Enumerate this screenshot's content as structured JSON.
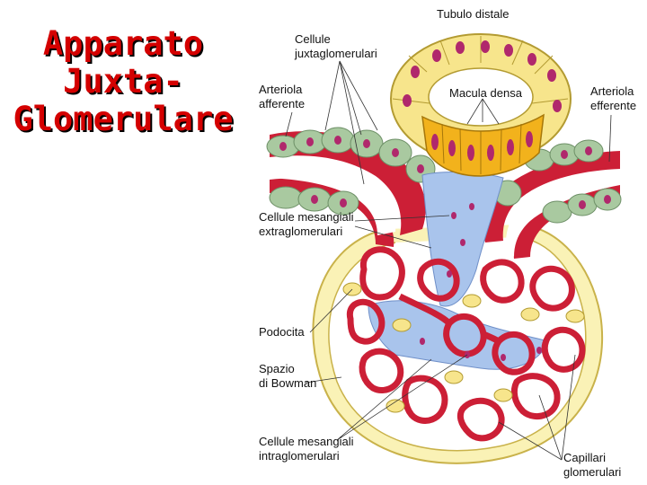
{
  "title": {
    "line1": "Apparato",
    "line2": "Juxta-",
    "line3": "Glomerulare"
  },
  "labels": {
    "tubulo_distale": "Tubulo distale",
    "cellule_jg_1": "Cellule",
    "cellule_jg_2": "juxtaglomerulari",
    "arteriola_afferente_1": "Arteriola",
    "arteriola_afferente_2": "afferente",
    "macula_densa": "Macula densa",
    "arteriola_efferente_1": "Arteriola",
    "arteriola_efferente_2": "efferente",
    "mesangiali_extra_1": "Cellule mesangiali",
    "mesangiali_extra_2": "extraglomerulari",
    "podocita": "Podocita",
    "spazio_bowman_1": "Spazio",
    "spazio_bowman_2": "di Bowman",
    "mesangiali_intra_1": "Cellule mesangiali",
    "mesangiali_intra_2": "intraglomerulari",
    "capillari_1": "Capillari",
    "capillari_2": "glomerulari"
  },
  "colors": {
    "title": "#d40000",
    "tubule_cell": "#f7e58c",
    "macula_cell": "#f2b21c",
    "nucleus": "#b0286c",
    "vessel_wall": "#cc1f36",
    "jg_cell": "#a9c9a0",
    "mesangium": "#a9c4ec",
    "capsule": "#faf2b6"
  }
}
